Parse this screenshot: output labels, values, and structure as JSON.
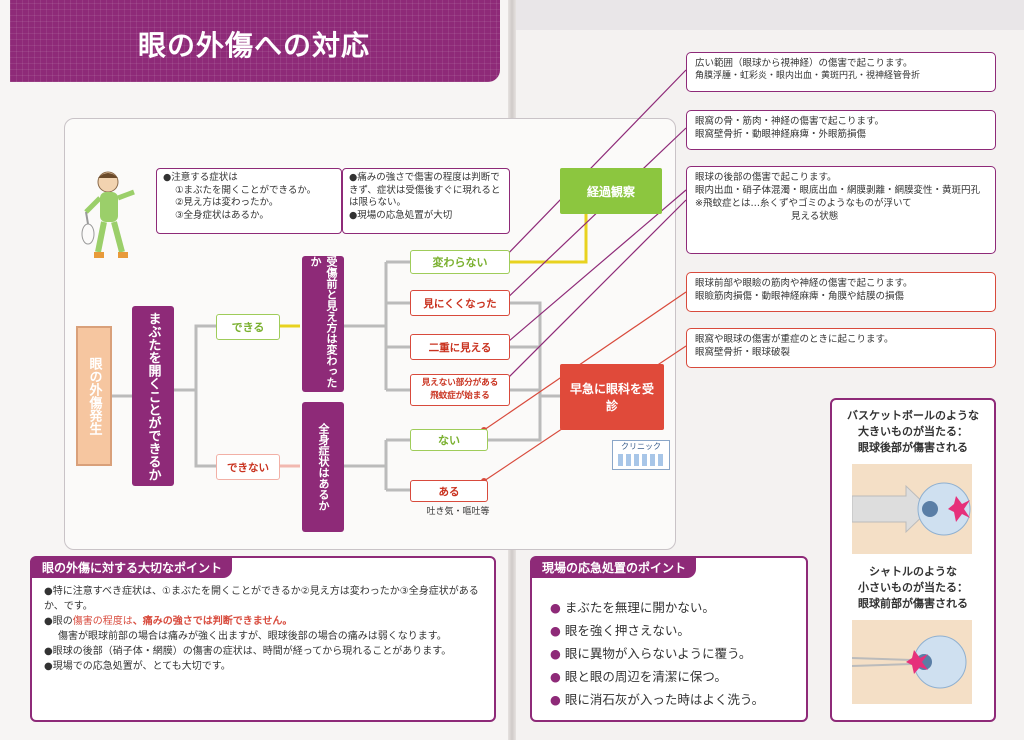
{
  "title": "眼の外傷への対応",
  "flow": {
    "start": "眼の外傷発生",
    "q1": "まぶたを開くことができるか",
    "yes": "できる",
    "no": "できない",
    "q2": "受傷前と見え方は変わったか",
    "q3": "全身症状はあるか",
    "o1": "変わらない",
    "o2": "見にくくなった",
    "o3": "二重に見える",
    "o4a": "見えない部分がある",
    "o4b": "飛蚊症が始まる",
    "o5": "ない",
    "o6": "ある",
    "o6_note": "吐き気・嘔吐等",
    "r1": "経過観察",
    "r2": "早急に眼科を受診",
    "clinic_sign": "クリニック",
    "notes_left": [
      "●注意する症状は",
      "①まぶたを開くことができるか。",
      "②見え方は変わったか。",
      "③全身症状はあるか。"
    ],
    "notes_right": [
      "●痛みの強さで傷害の程度は判断できず、症状は受傷後すぐに現れるとは限らない。",
      "●現場の応急処置が大切"
    ]
  },
  "info_boxes": [
    {
      "line1": "広い範囲（眼球から視神経）の傷害で起こります。",
      "line2": "角膜浮腫・虹彩炎・眼内出血・黄斑円孔・視神経管骨折"
    },
    {
      "line1": "眼窩の骨・筋肉・神経の傷害で起こります。",
      "line2": "眼窩壁骨折・動眼神経麻痺・外眼筋損傷"
    },
    {
      "line1": "眼球の後部の傷害で起こります。",
      "line2": "眼内出血・硝子体混濁・眼底出血・網膜剥離・網膜変性・黄斑円孔",
      "line3": "※飛蚊症とは…糸くずやゴミのようなものが浮いて",
      "line4": "見える状態"
    },
    {
      "line1": "眼球前部や眼瞼の筋肉や神経の傷害で起こります。",
      "line2": "眼瞼筋肉損傷・動眼神経麻痺・角膜や結膜の損傷"
    },
    {
      "line1": "眼窩や眼球の傷害が重症のときに起こります。",
      "line2": "眼窩壁骨折・眼球破裂"
    }
  ],
  "points_left": {
    "header": "眼の外傷に対する大切なポイント",
    "items": [
      "●特に注意すべき症状は、①まぶたを開くことができるか②見え方は変わったか③全身症状があるか、です。",
      "●眼の傷害の程度は、痛みの強さでは判断できません。",
      "傷害が眼球前部の場合は痛みが強く出ますが、眼球後部の場合の痛みは弱くなります。",
      "●眼球の後部（硝子体・網膜）の傷害の症状は、時間が経ってから現れることがあります。",
      "●現場での応急処置が、とても大切です。"
    ],
    "highlight_a": "傷害の程度は",
    "highlight_b": "、痛みの強さでは判断できません。"
  },
  "points_right": {
    "header": "現場の応急処置のポイント",
    "items": [
      "まぶたを無理に開かない。",
      "眼を強く押さえない。",
      "眼に異物が入らないように覆う。",
      "眼と眼の周辺を清潔に保つ。",
      "眼に消石灰が入った時はよく洗う。"
    ]
  },
  "side_panel": {
    "case1_l1": "バスケットボールのような",
    "case1_l2": "大きいものが当たる：",
    "case1_l3": "眼球後部が傷害される",
    "case2_l1": "シャトルのような",
    "case2_l2": "小さいものが当たる：",
    "case2_l3": "眼球前部が傷害される"
  },
  "colors": {
    "purple": "#8e2a78",
    "green": "#8cc63f",
    "red": "#d84a3c",
    "yellow": "#e8d21f"
  }
}
